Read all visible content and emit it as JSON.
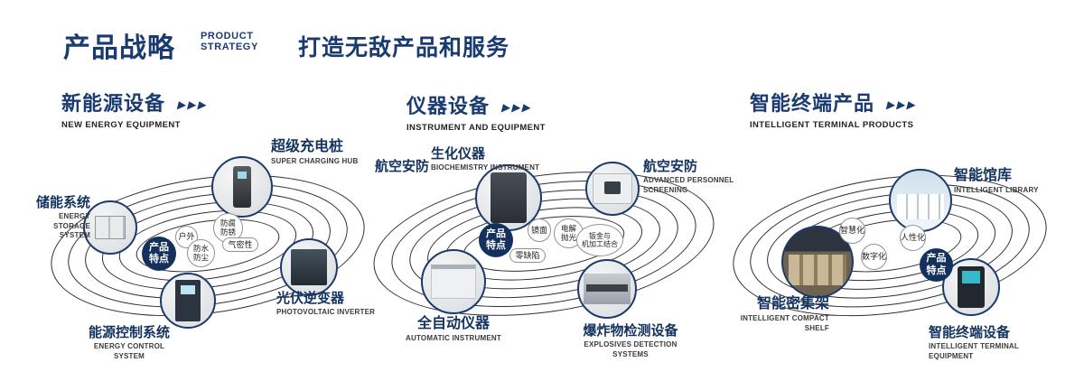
{
  "header": {
    "title": "产品战略",
    "subtitle": "PRODUCT\nSTRATEGY",
    "slogan": "打造无敌产品和服务"
  },
  "icons": {
    "triple_arrow": "▶▶▶"
  },
  "colors": {
    "navy": "#1a3a72",
    "badge_bg": "#14305c",
    "orbit_line": "#2e2e2e"
  },
  "sections": [
    {
      "title": "新能源设备",
      "subtitle": "NEW ENERGY EQUIPMENT",
      "badge": "产品\n特点",
      "tags": [
        "防腐\n防锈",
        "户外",
        "气密性",
        "防水\n防尘"
      ],
      "items": [
        {
          "name": "超级充电桩",
          "en": "SUPER CHARGING HUB"
        },
        {
          "name": "储能系统",
          "en": "ENERGY STORAGE\nSYSTEM"
        },
        {
          "name": "光伏逆变器",
          "en": "PHOTOVOLTAIC INVERTER"
        },
        {
          "name": "能源控制系统",
          "en": "ENERGY CONTROL SYSTEM"
        }
      ]
    },
    {
      "title": "仪器设备",
      "subtitle": "INSTRUMENT AND EQUIPMENT",
      "badge": "产品\n特点",
      "tags": [
        "镜面",
        "电解\n抛光",
        "零缺陷",
        "钣金与\n机加工结合"
      ],
      "items": [
        {
          "name": "航空安防",
          "en": ""
        },
        {
          "name": "生化仪器",
          "en": "BIOCHEMISTRY INSTRUMENT"
        },
        {
          "name": "航空安防",
          "en": "ADVANCED PERSONNEL\nSCREENING"
        },
        {
          "name": "全自动仪器",
          "en": "AUTOMATIC INSTRUMENT"
        },
        {
          "name": "爆炸物检测设备",
          "en": "EXPLOSIVES DETECTION SYSTEMS"
        }
      ]
    },
    {
      "title": "智能终端产品",
      "subtitle": "INTELLIGENT TERMINAL PRODUCTS",
      "badge": "产品\n特点",
      "tags": [
        "智慧化",
        "人性化",
        "数字化"
      ],
      "items": [
        {
          "name": "智能馆库",
          "en": "INTELLIGENT LIBRARY"
        },
        {
          "name": "智能密集架",
          "en": "INTELLIGENT COMPACT\nSHELF"
        },
        {
          "name": "智能终端设备",
          "en": "INTELLIGENT TERMINAL EQUIPMENT"
        }
      ]
    }
  ]
}
